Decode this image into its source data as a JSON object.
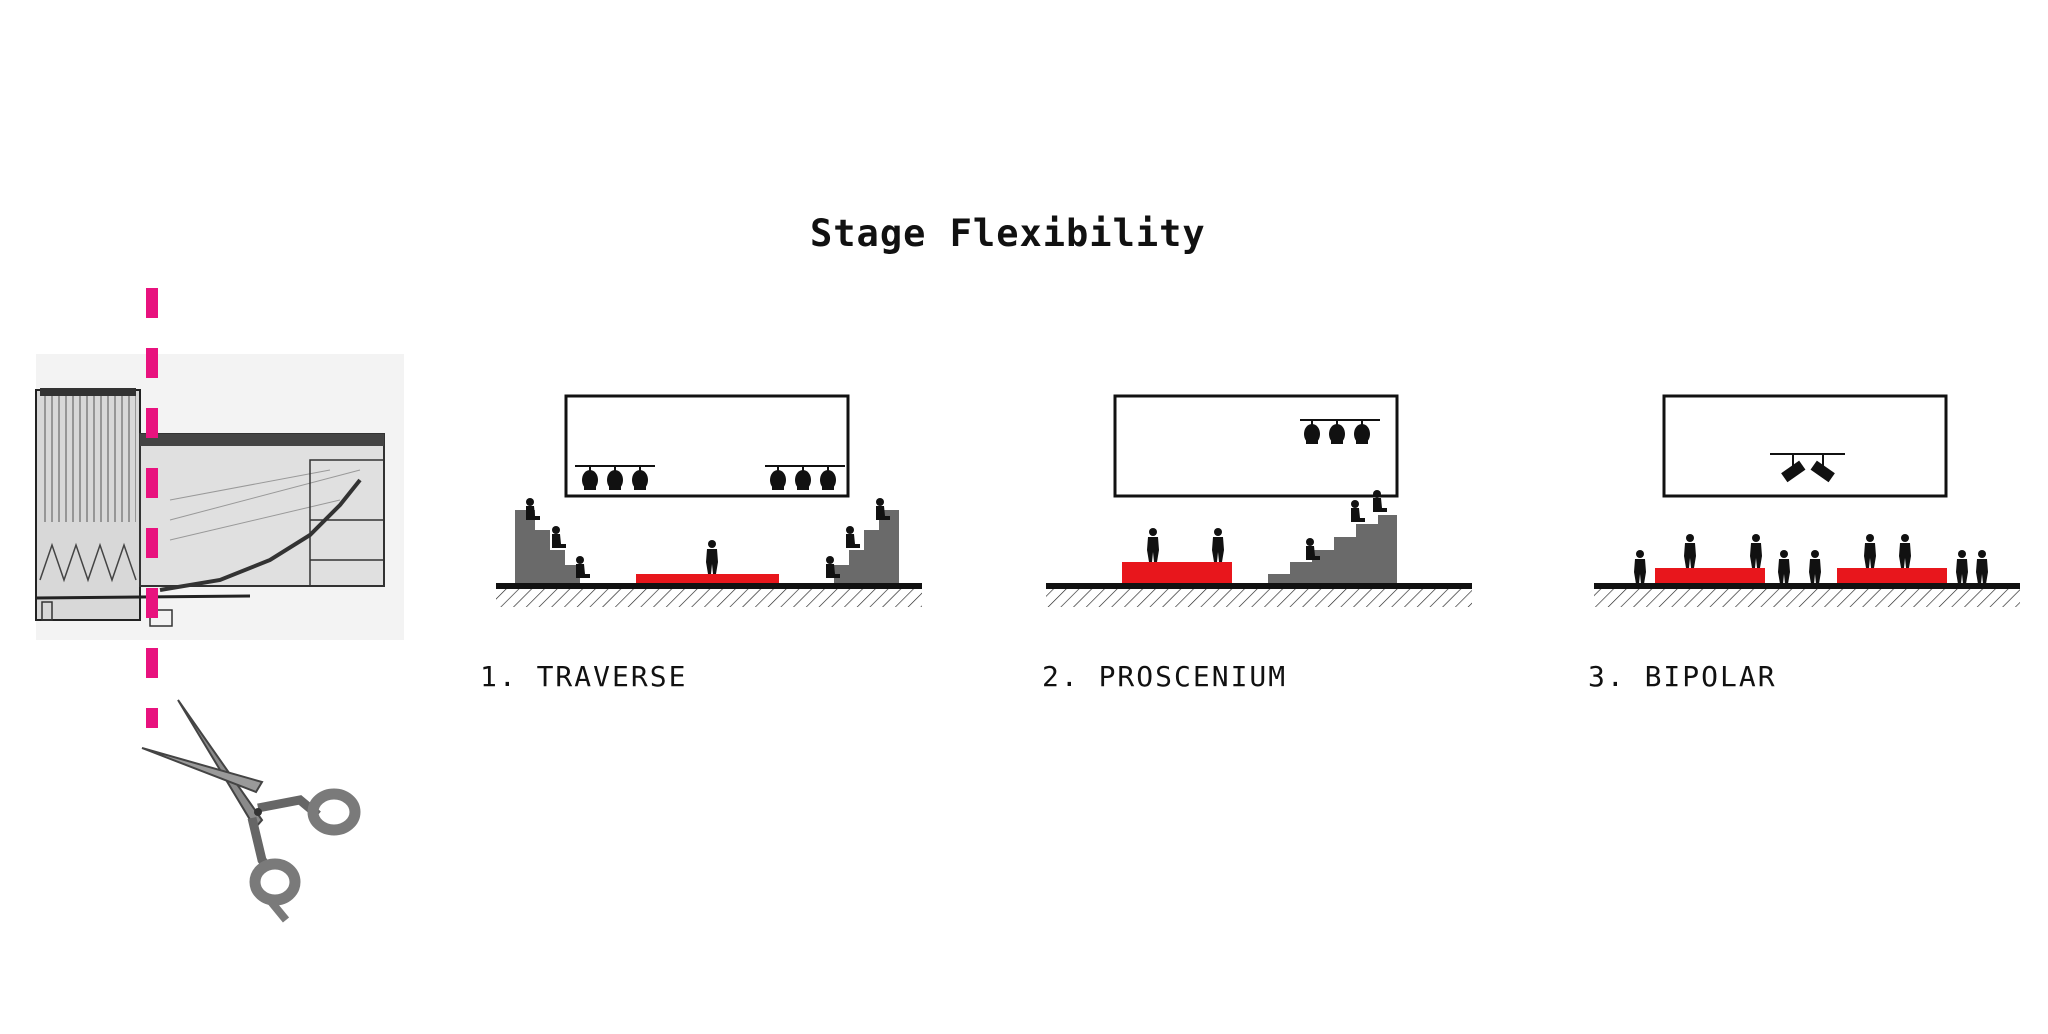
{
  "title": "Stage Flexibility",
  "configurations": [
    {
      "label": "1. TRAVERSE"
    },
    {
      "label": "2. PROSCENIUM"
    },
    {
      "label": "3. BIPOLAR"
    }
  ],
  "colors": {
    "stage": "#e8161c",
    "seating": "#6a6a6a",
    "cut_line": "#e8127e",
    "ink": "#111111"
  },
  "icons": [
    "section-drawing",
    "scissors-icon",
    "spotlight-icon",
    "person-silhouette"
  ]
}
